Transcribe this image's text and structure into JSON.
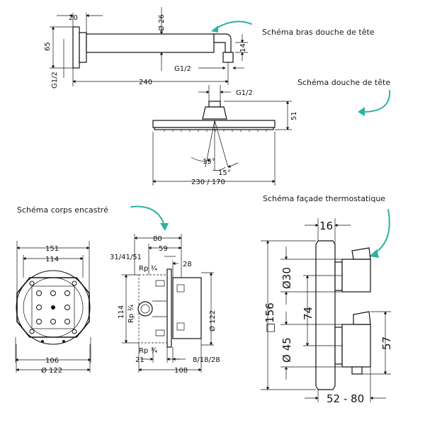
{
  "colors": {
    "accent": "#2bb3a0",
    "line": "#111111"
  },
  "captions": {
    "shower_arm": "Schéma bras douche de tête",
    "head_shower": "Schéma douche de tête",
    "thermostat": "Schéma façade thermostatique",
    "concealed_body": "Schéma corps encastré"
  },
  "shower_arm": {
    "d20": "20",
    "d26": "Ø 26",
    "d65": "65",
    "g12_left": "G1/2",
    "d14": "14",
    "g12_right": "G1/2",
    "d240": "240"
  },
  "head_shower": {
    "g12": "G1/2",
    "d51": "51",
    "a15a": "15°",
    "a15b": "15°",
    "d230": "230 / 170"
  },
  "body_front": {
    "d151": "151",
    "d114": "114",
    "d106": "106",
    "d122": "Ø 122"
  },
  "body_side": {
    "d80": "80",
    "d59": "59",
    "d3141": "31/41/51",
    "rp1": "Rp ¾",
    "d28": "28",
    "d114": "114",
    "rp2": "Rp ¾",
    "rp3": "Rp ¾",
    "d122": "Ø 122",
    "d21": "21",
    "d81828": "8/18/28",
    "d108": "108"
  },
  "thermostat": {
    "d16": "16",
    "d156": "□156",
    "d30": "Ø30",
    "d74": "74",
    "d45": "Ø 45",
    "d57": "57",
    "d5280": "52 - 80"
  }
}
